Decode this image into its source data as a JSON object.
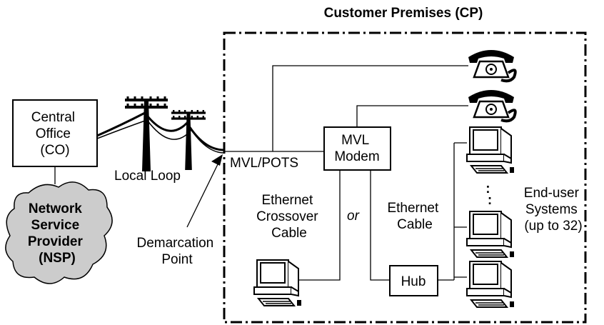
{
  "title": "Customer Premises (CP)",
  "central_office": {
    "lines": [
      "Central",
      "Office",
      "(CO)"
    ]
  },
  "nsp": {
    "lines": [
      "Network",
      "Service",
      "Provider",
      "(NSP)"
    ]
  },
  "local_loop": "Local Loop",
  "demarcation": {
    "lines": [
      "Demarcation",
      "Point"
    ]
  },
  "mvl_pots": "MVL/POTS",
  "modem": {
    "lines": [
      "MVL",
      "Modem"
    ]
  },
  "crossover": {
    "lines": [
      "Ethernet",
      "Crossover",
      "Cable"
    ]
  },
  "or_label": "or",
  "ethernet_cable": {
    "lines": [
      "Ethernet",
      "Cable"
    ]
  },
  "hub": "Hub",
  "end_user": {
    "lines": [
      "End-user",
      "Systems",
      "(up to 32)"
    ]
  },
  "ellipsis_dots": [
    ":",
    ":"
  ]
}
